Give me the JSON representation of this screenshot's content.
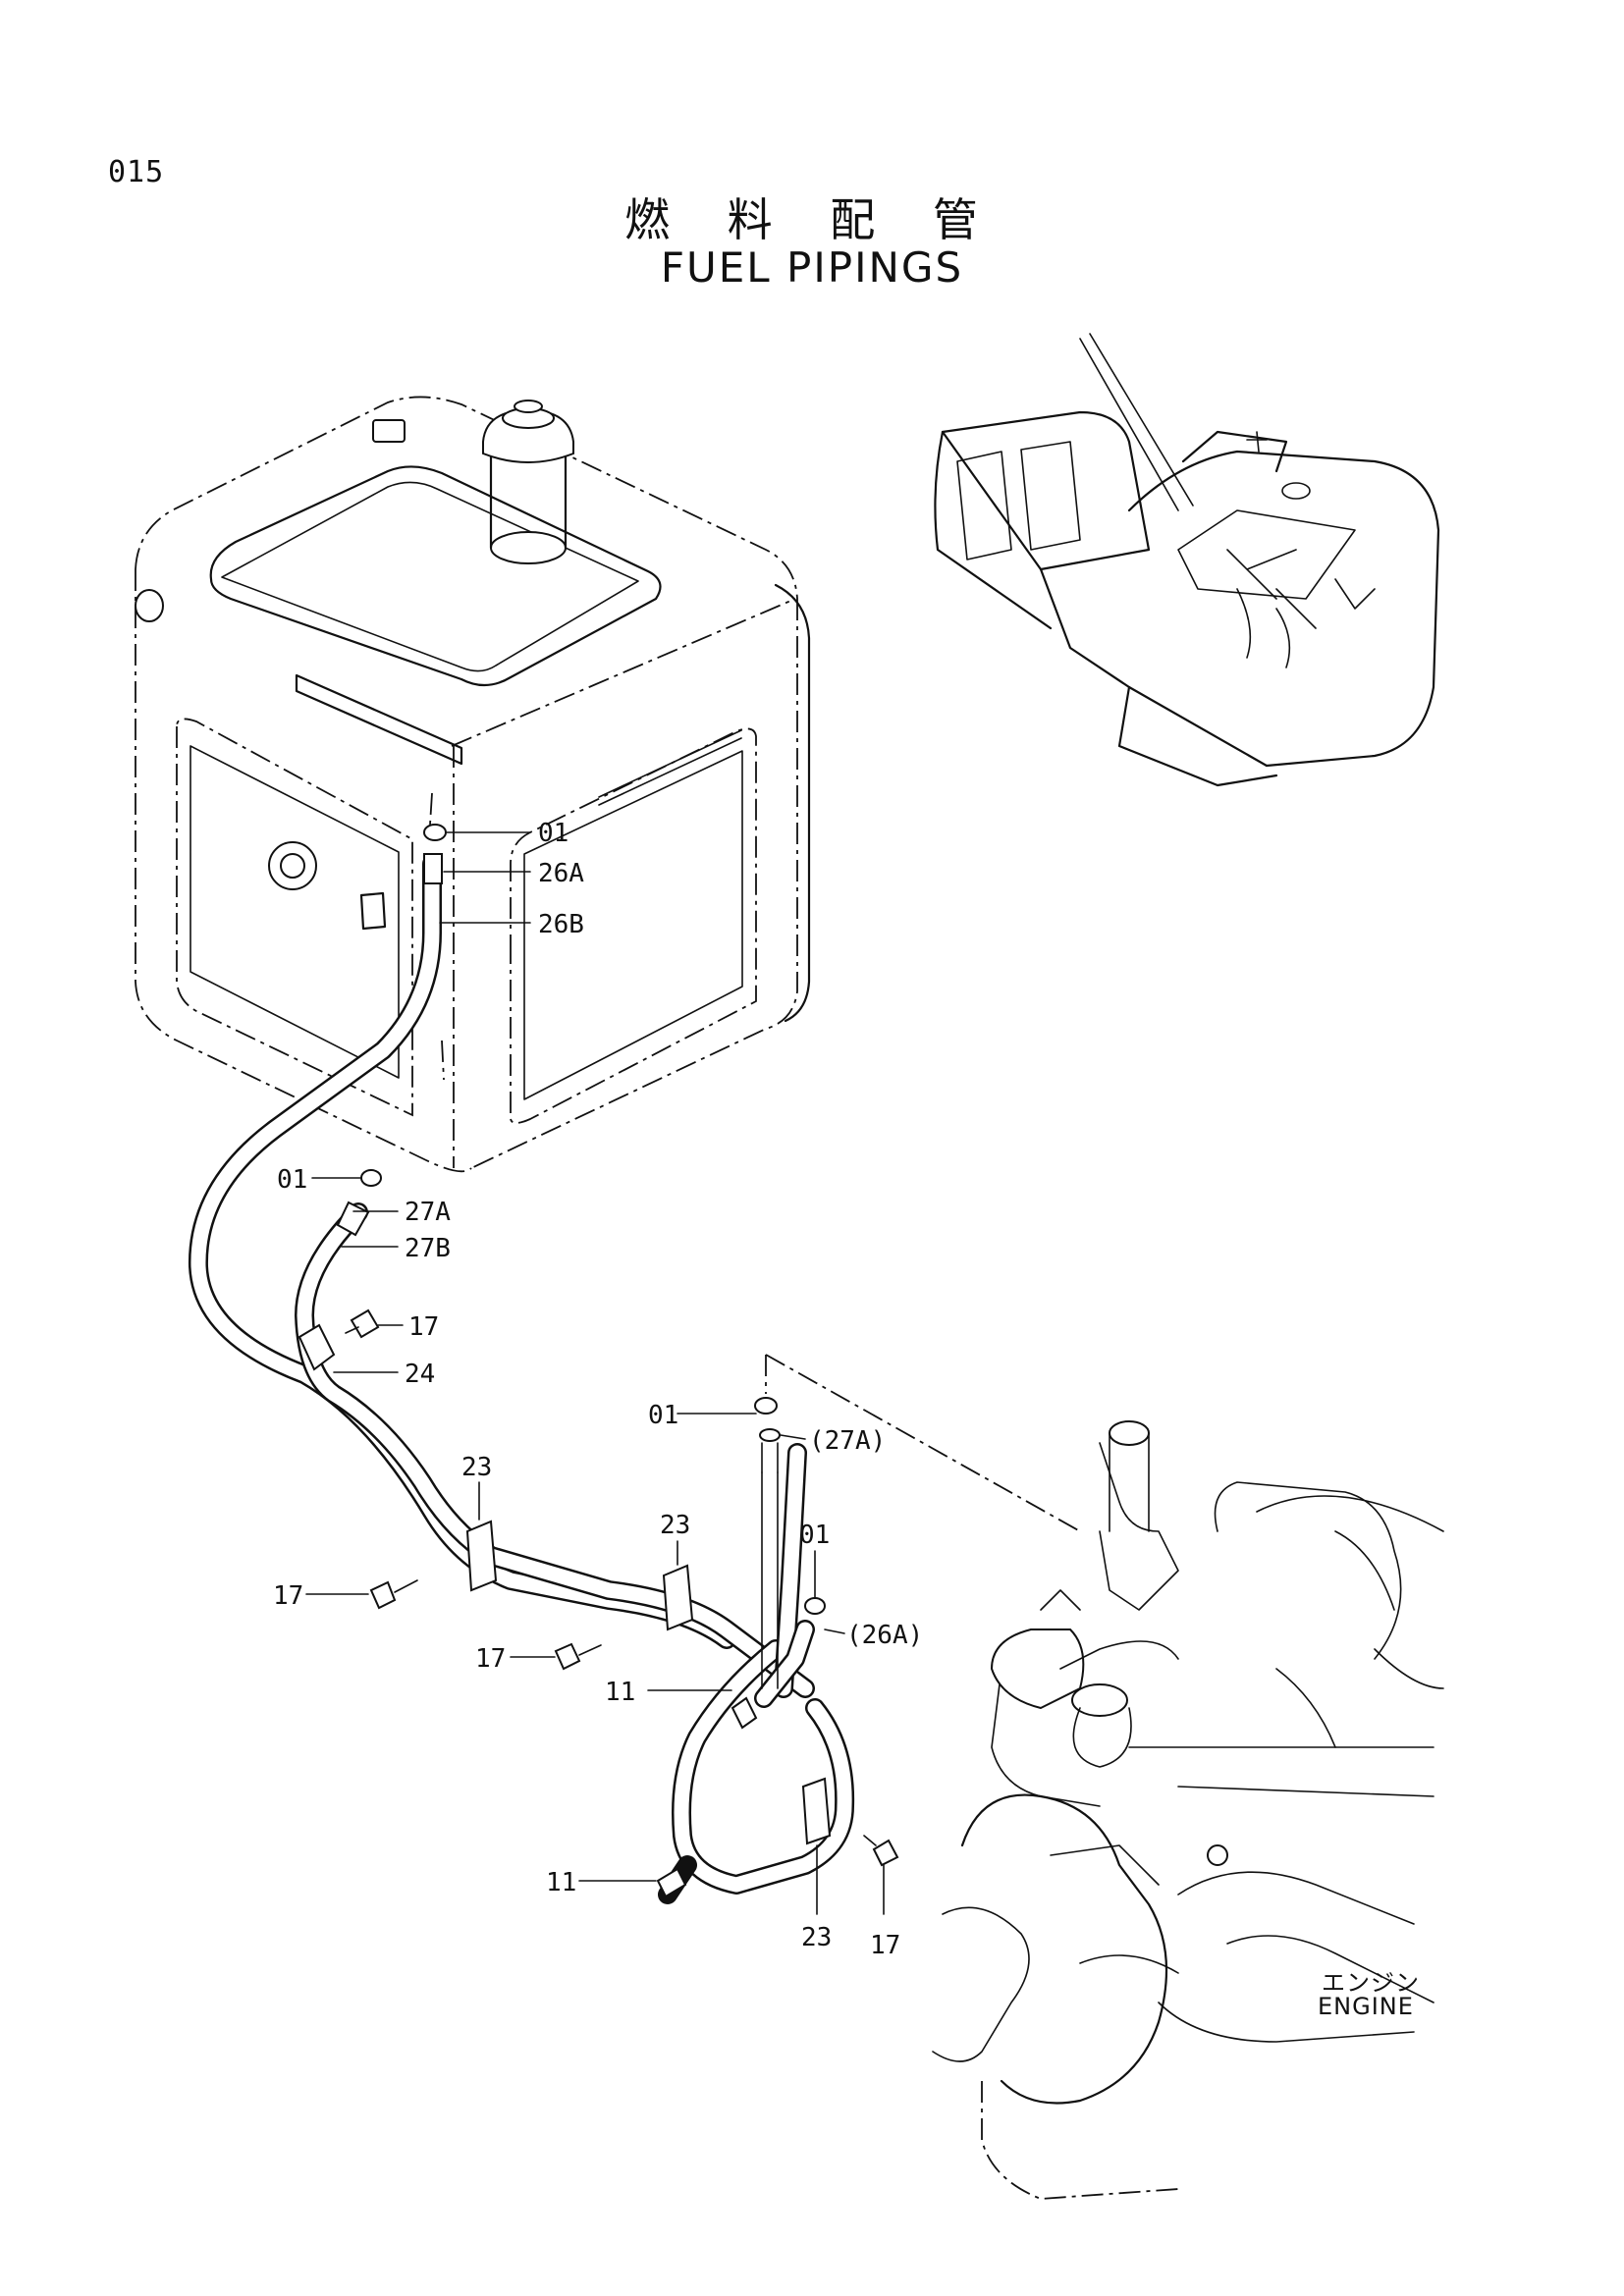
{
  "page_number": "015",
  "title": {
    "japanese": "燃 料 配 管",
    "english": "FUEL PIPINGS"
  },
  "engine_label": {
    "japanese": "エンジン",
    "english": "ENGINE"
  },
  "callouts": {
    "tank_top_01": "01",
    "tank_26A": "26A",
    "tank_26B": "26B",
    "tank_bottom_01": "01",
    "hose_27A": "27A",
    "hose_27B": "27B",
    "bolt_17_a": "17",
    "clamp_24": "24",
    "clamp_23_a": "23",
    "bolt_17_b": "17",
    "clamp_23_b": "23",
    "bolt_17_c": "17",
    "engine_01_a": "01",
    "engine_27A_ref": "(27A)",
    "engine_01_b": "01",
    "engine_26A_ref": "(26A)",
    "band_11_a": "11",
    "band_11_b": "11",
    "clamp_23_c": "23",
    "bolt_17_d": "17"
  },
  "icons": [
    "fuel-tank-icon",
    "excavator-icon",
    "engine-icon",
    "hose-icon",
    "bolt-icon",
    "clamp-icon",
    "nut-icon"
  ]
}
